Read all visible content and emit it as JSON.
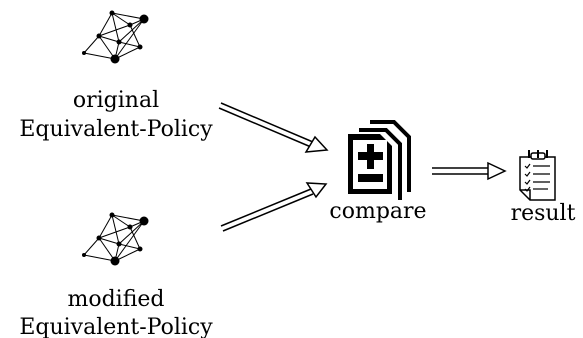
{
  "diagram": {
    "inputs": [
      {
        "label_line1": "original",
        "label_line2": "Equivalent-Policy",
        "icon": "graph-network-icon"
      },
      {
        "label_line1": "modified",
        "label_line2": "Equivalent-Policy",
        "icon": "graph-network-icon"
      }
    ],
    "compare": {
      "label": "compare",
      "icon": "compare-files-icon"
    },
    "result": {
      "label": "result",
      "icon": "checklist-clipboard-icon"
    },
    "colors": {
      "ink": "#000000",
      "background": "#ffffff"
    }
  }
}
